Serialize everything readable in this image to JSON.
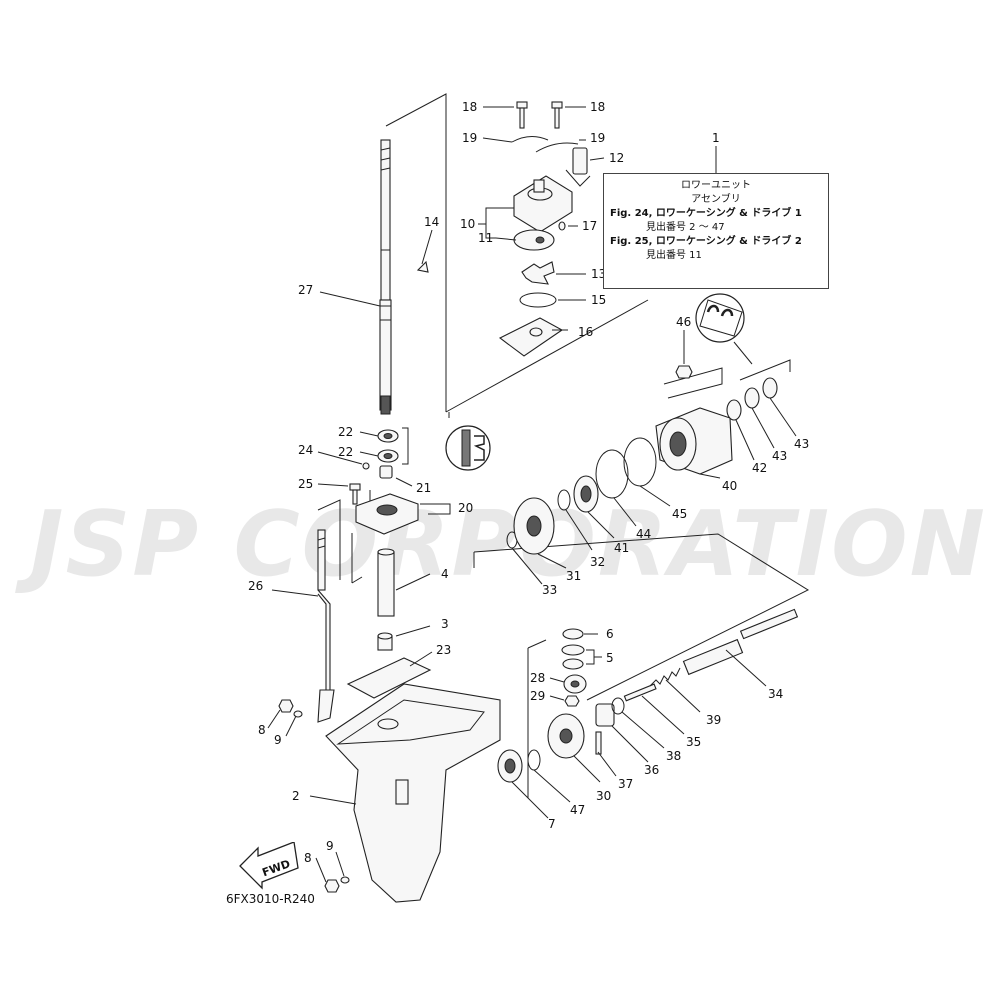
{
  "watermark": {
    "text": "JSP CORPORATION"
  },
  "reference_code": "6FX3010-R240",
  "fwd_label": "FWD",
  "info_box": {
    "callout": "1",
    "title_line1": "ロワーユニット",
    "title_line2": "アセンブリ",
    "ref1_fig": "Fig. 24, ロワーケーシング & ドライブ 1",
    "ref1_items": "見出番号 2 ～ 47",
    "ref2_fig": "Fig. 25, ロワーケーシング & ドライブ 2",
    "ref2_items": "見出番号 11"
  },
  "callouts": {
    "c2": "2",
    "c3": "3",
    "c4": "4",
    "c5": "5",
    "c6": "6",
    "c7": "7",
    "c8a": "8",
    "c8b": "8",
    "c9a": "9",
    "c9b": "9",
    "c10": "10",
    "c11": "11",
    "c12": "12",
    "c13": "13",
    "c14": "14",
    "c15": "15",
    "c16": "16",
    "c17": "17",
    "c18a": "18",
    "c18b": "18",
    "c19a": "19",
    "c19b": "19",
    "c20": "20",
    "c21": "21",
    "c22a": "22",
    "c22b": "22",
    "c23": "23",
    "c24": "24",
    "c25": "25",
    "c26": "26",
    "c27": "27",
    "c28": "28",
    "c29": "29",
    "c30": "30",
    "c31": "31",
    "c32": "32",
    "c33": "33",
    "c34": "34",
    "c35": "35",
    "c36": "36",
    "c37": "37",
    "c38": "38",
    "c39": "39",
    "c40": "40",
    "c41": "41",
    "c42": "42",
    "c43a": "43",
    "c43b": "43",
    "c44": "44",
    "c45": "45",
    "c46": "46",
    "c47": "47"
  },
  "colors": {
    "line": "#222222",
    "watermark": "#cdcdcd"
  }
}
